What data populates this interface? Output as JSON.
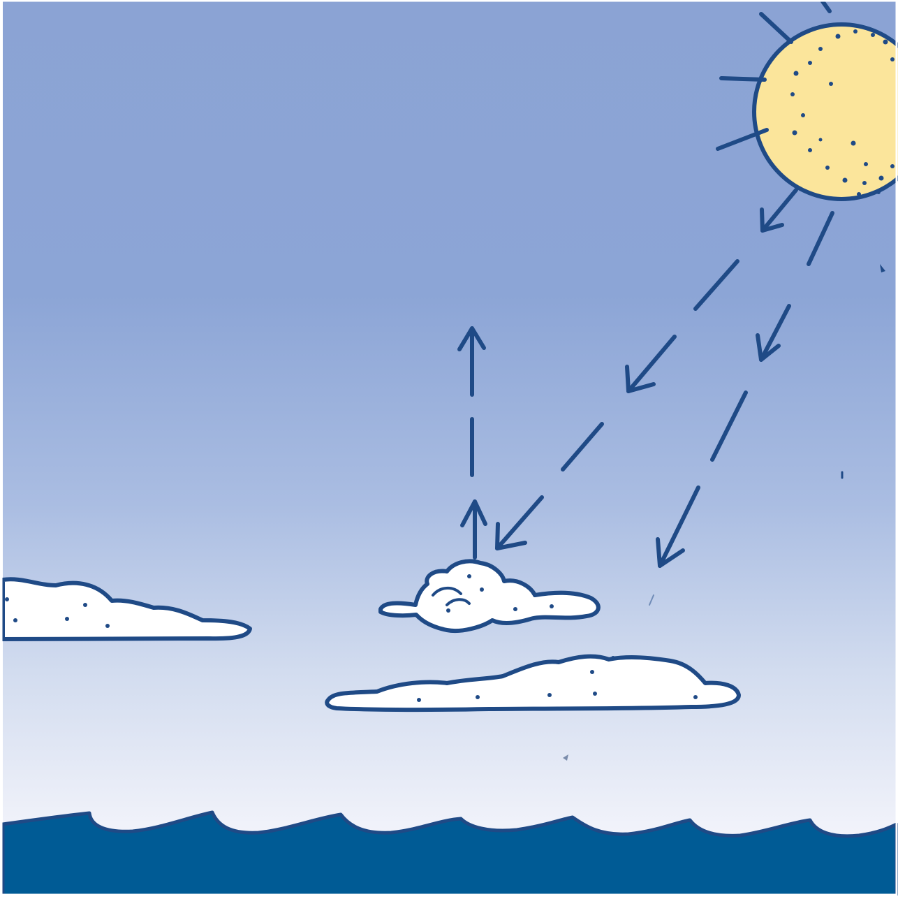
{
  "colors": {
    "sky_top": "#8ba3d4",
    "sky_mid": "#a9bbe1",
    "sky_bottom": "#f3f4fb",
    "sun_fill": "#fbe59b",
    "outline": "#1f4a86",
    "cloud_fill": "#ffffff",
    "ocean": "#005b95"
  },
  "elements": {
    "sun": "sun",
    "sun_rays": 4,
    "incoming_arrows": 3,
    "reflected_arrows": 1,
    "clouds": 3,
    "ocean_waves": "wavy"
  }
}
